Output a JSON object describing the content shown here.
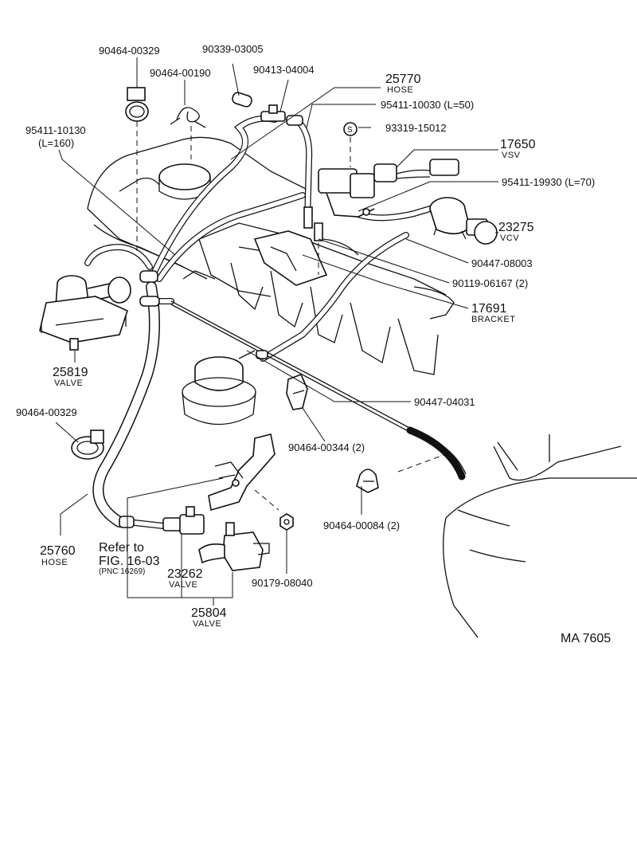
{
  "diagram_id": "MA 7605",
  "refer": {
    "line1": "Refer to",
    "line2": "FIG. 16-03",
    "line3": "(PNC 16269)"
  },
  "parts": {
    "p90464_00329_top": "90464-00329",
    "p90464_00190": "90464-00190",
    "p90339_03005": "90339-03005",
    "p90413_04004": "90413-04004",
    "p25770": "25770",
    "p25770_name": "HOSE",
    "p95411_10030": "95411-10030 (L=50)",
    "p93319_15012": "93319-15012",
    "s_mark": "S",
    "p17650": "17650",
    "p17650_name": "VSV",
    "p95411_10130": "95411-10130",
    "p95411_10130_len": "(L=160)",
    "p95411_19930": "95411-19930 (L=70)",
    "p23275": "23275",
    "p23275_name": "VCV",
    "p90447_08003": "90447-08003",
    "p90119_06167": "90119-06167 (2)",
    "p17691": "17691",
    "p17691_name": "BRACKET",
    "p25819": "25819",
    "p25819_name": "VALVE",
    "p90447_04031": "90447-04031",
    "p90464_00329_left": "90464-00329",
    "p90464_00344": "90464-00344 (2)",
    "p90464_00084": "90464-00084 (2)",
    "p25760": "25760",
    "p25760_name": "HOSE",
    "p23262": "23262",
    "p23262_name": "VALVE",
    "p90179_08040": "90179-08040",
    "p25804": "25804",
    "p25804_name": "VALVE"
  }
}
